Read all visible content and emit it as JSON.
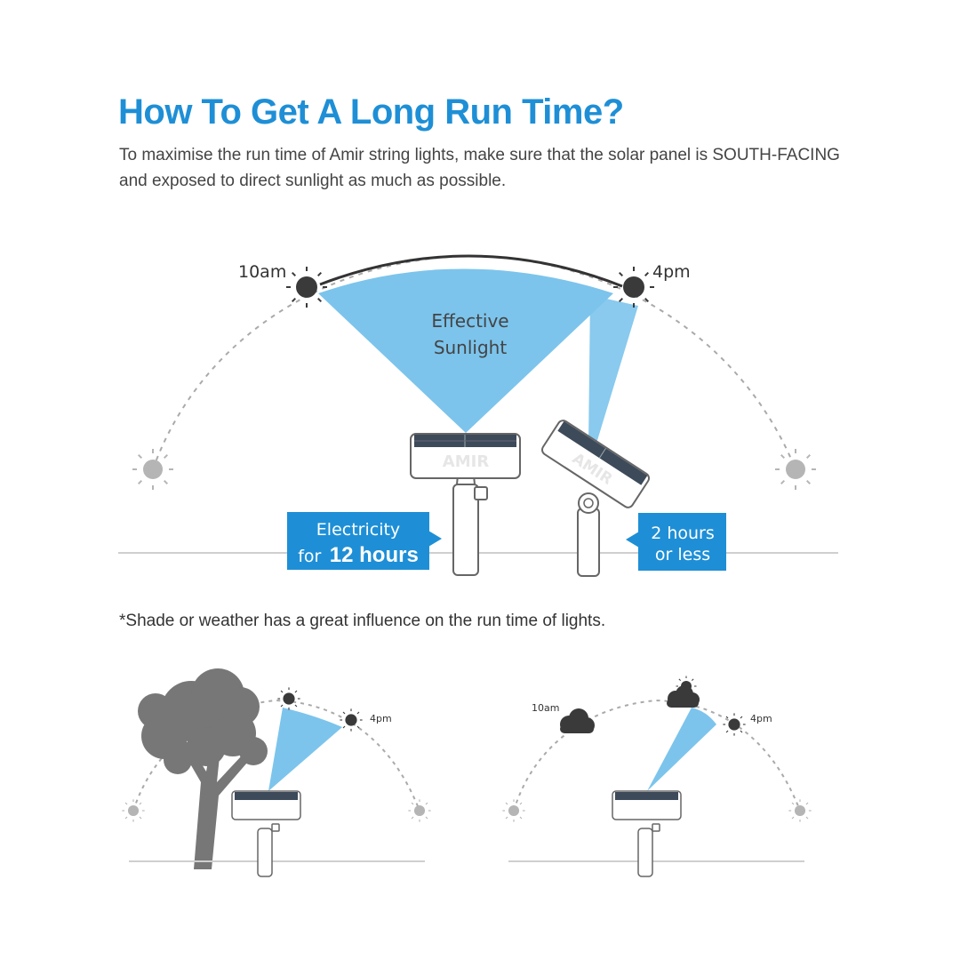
{
  "header": {
    "title": "How To Get A Long Run Time?",
    "subtitle": "To maximise the run time of Amir string lights,  make sure that the solar panel is SOUTH-FACING and exposed to direct sunlight as much as possible."
  },
  "main_diagram": {
    "time_start": "10am",
    "time_end": "4pm",
    "sunlight_line1": "Effective",
    "sunlight_line2": "Sunlight",
    "panel_brand": "AMIR",
    "callout_left_line1": "Electricity",
    "callout_left_prefix": "for",
    "callout_left_emphasis": "12 hours",
    "callout_right_line1": "2 hours",
    "callout_right_line2": "or less"
  },
  "note": "*Shade or weather has a great influence on the run time of lights.",
  "small_diagrams": {
    "tree_time_end": "4pm",
    "cloud_time_start": "10am",
    "cloud_time_end": "4pm"
  },
  "colors": {
    "accent": "#1e8fd6",
    "sunlight": "#7cc4ec",
    "sun_dark": "#3a3a3a",
    "sun_light": "#aaaaaa",
    "tree": "#777777"
  }
}
